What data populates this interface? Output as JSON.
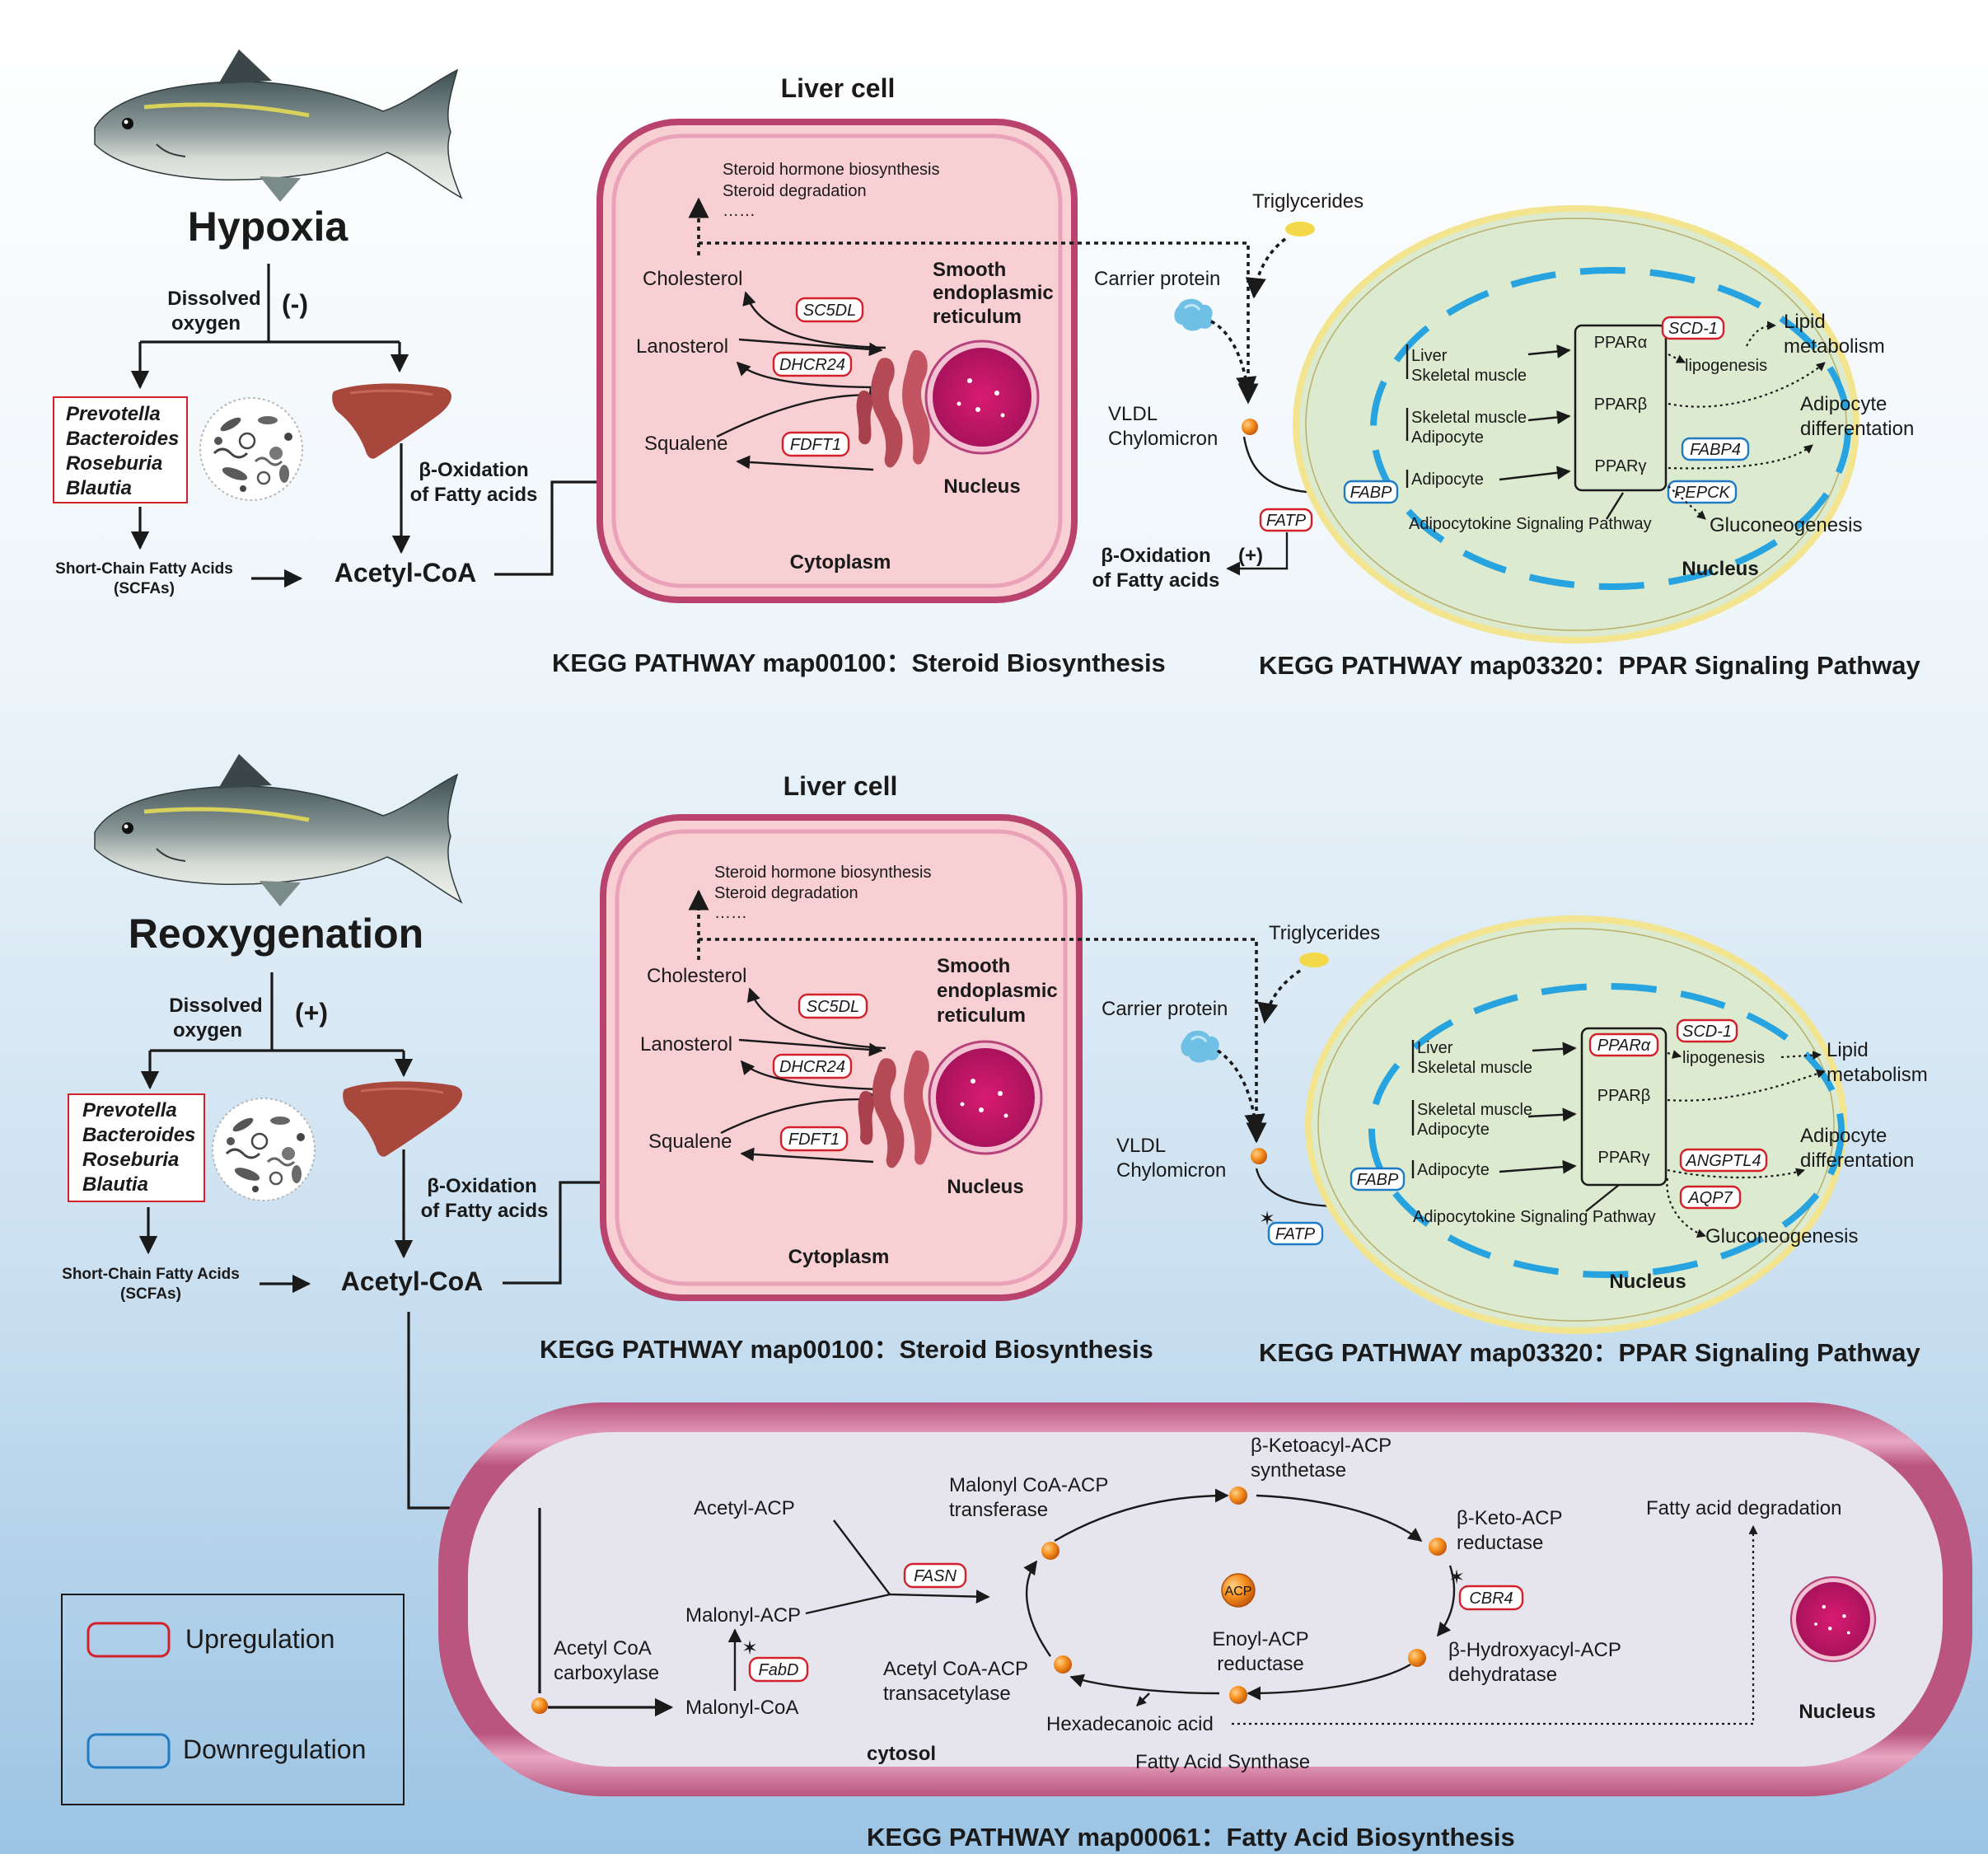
{
  "colors": {
    "upregulation": "#d4202a",
    "downregulation": "#1f7bc4",
    "liver_cell_fill": "#f8cfd3",
    "liver_cell_border": "#b9436c",
    "ppar_cell_fill": "#dcead0",
    "ppar_cell_border": "#f3e48f",
    "nucleus_dash": "#27a3e0",
    "nucleus_fill": "#c41a6e",
    "liver_organ": "#a8473c",
    "droplet": "#f0821c"
  },
  "icons": [
    "fish-icon",
    "liver-organ-icon",
    "bacteria-cluster-icon",
    "nucleus-icon",
    "endoplasmic-reticulum-icon",
    "carrier-protein-icon",
    "triglyceride-droplet-icon",
    "acp-icon"
  ],
  "hypoxia": {
    "title": "Hypoxia",
    "dissolved_oxygen": [
      "Dissolved",
      "oxygen"
    ],
    "sign": "(-)",
    "bacteria": [
      "Prevotella",
      "Bacteroides",
      "Roseburia",
      "Blautia"
    ],
    "scfa": [
      "Short-Chain Fatty Acids",
      "(SCFAs)"
    ],
    "beta_ox": [
      "β-Oxidation",
      "of Fatty acids"
    ],
    "acetyl_coa": "Acetyl-CoA",
    "liver_cell": {
      "title": "Liver cell",
      "steroid_outputs": [
        "Steroid hormone biosynthesis",
        "Steroid degradation",
        "……"
      ],
      "cholesterol": "Cholesterol",
      "lanosterol": "Lanosterol",
      "squalene": "Squalene",
      "genes": [
        "SC5DL",
        "DHCR24",
        "FDFT1"
      ],
      "ser": [
        "Smooth",
        "endoplasmic",
        "reticulum"
      ],
      "nucleus": "Nucleus",
      "cytoplasm": "Cytoplasm"
    },
    "transport": {
      "triglycerides": "Triglycerides",
      "carrier_protein": "Carrier protein",
      "vldl": [
        "VLDL",
        "Chylomicron"
      ],
      "fatp": "FATP",
      "sign": "(+)",
      "beta_ox": [
        "β-Oxidation",
        "of Fatty acids"
      ]
    },
    "ppar": {
      "tissues_a": [
        "Liver",
        "Skeletal muscle"
      ],
      "tissues_b": [
        "Skeletal muscle",
        "Adipocyte"
      ],
      "tissues_c": [
        "Adipocyte"
      ],
      "receptors": [
        "PPARα",
        "PPARβ",
        "PPARγ"
      ],
      "fabp": "FABP",
      "scd1": "SCD-1",
      "fabp4": "FABP4",
      "pepck": "PEPCK",
      "lipogenesis": "lipogenesis",
      "lipid_metabolism": [
        "Lipid",
        "metabolism"
      ],
      "adipocyte_diff": [
        "Adipocyte",
        "differentation"
      ],
      "gluconeogenesis": "Gluconeogenesis",
      "adipocytokine": "Adipocytokine Signaling Pathway",
      "nucleus": "Nucleus"
    },
    "kegg_steroid": "KEGG PATHWAY map00100：Steroid Biosynthesis",
    "kegg_ppar": "KEGG PATHWAY map03320：PPAR Signaling Pathway"
  },
  "reoxygenation": {
    "title": "Reoxygenation",
    "dissolved_oxygen": [
      "Dissolved",
      "oxygen"
    ],
    "sign": "(+)",
    "bacteria": [
      "Prevotella",
      "Bacteroides",
      "Roseburia",
      "Blautia"
    ],
    "scfa": [
      "Short-Chain Fatty Acids",
      "(SCFAs)"
    ],
    "beta_ox": [
      "β-Oxidation",
      "of Fatty acids"
    ],
    "acetyl_coa": "Acetyl-CoA",
    "liver_cell": {
      "title": "Liver cell",
      "steroid_outputs": [
        "Steroid hormone biosynthesis",
        "Steroid degradation",
        "……"
      ],
      "cholesterol": "Cholesterol",
      "lanosterol": "Lanosterol",
      "squalene": "Squalene",
      "genes": [
        "SC5DL",
        "DHCR24",
        "FDFT1"
      ],
      "ser": [
        "Smooth",
        "endoplasmic",
        "reticulum"
      ],
      "nucleus": "Nucleus",
      "cytoplasm": "Cytoplasm"
    },
    "transport": {
      "triglycerides": "Triglycerides",
      "carrier_protein": "Carrier protein",
      "vldl": [
        "VLDL",
        "Chylomicron"
      ],
      "fatp": "FATP"
    },
    "ppar": {
      "tissues_a": [
        "Liver",
        "Skeletal muscle"
      ],
      "tissues_b": [
        "Skeletal muscle",
        "Adipocyte"
      ],
      "tissues_c": [
        "Adipocyte"
      ],
      "receptors": [
        "PPARα",
        "PPARβ",
        "PPARγ"
      ],
      "fabp": "FABP",
      "scd1": "SCD-1",
      "angptl4": "ANGPTL4",
      "aqp7": "AQP7",
      "lipogenesis": "lipogenesis",
      "lipid_metabolism": [
        "Lipid",
        "metabolism"
      ],
      "adipocyte_diff": [
        "Adipocyte",
        "differentation"
      ],
      "gluconeogenesis": "Gluconeogenesis",
      "adipocytokine": "Adipocytokine Signaling Pathway",
      "nucleus": "Nucleus"
    },
    "kegg_steroid": "KEGG PATHWAY map00100：Steroid Biosynthesis",
    "kegg_ppar": "KEGG PATHWAY map03320：PPAR Signaling Pathway"
  },
  "fatty_acid": {
    "acetyl_acp": "Acetyl-ACP",
    "malonyl_acp": "Malonyl-ACP",
    "malonyl_coa": "Malonyl-CoA",
    "acetyl_coa_carboxylase": [
      "Acetyl CoA",
      "carboxylase"
    ],
    "fasn": "FASN",
    "fabd": "FabD",
    "malonyl_transferase": [
      "Malonyl CoA-ACP",
      "transferase"
    ],
    "ketoacyl_synthetase": [
      "β-Ketoacyl-ACP",
      "synthetase"
    ],
    "keto_reductase": [
      "β-Keto-ACP",
      "reductase"
    ],
    "cbr4": "CBR4",
    "hydroxyacyl_dehydratase": [
      "β-Hydroxyacyl-ACP",
      "dehydratase"
    ],
    "enoyl_reductase": [
      "Enoyl-ACP",
      "reductase"
    ],
    "acp": "ACP",
    "transacetylase": [
      "Acetyl CoA-ACP",
      "transacetylase"
    ],
    "hexadecanoic": "Hexadecanoic acid",
    "fatty_acid_synthase": "Fatty Acid Synthase",
    "cytosol": "cytosol",
    "degradation": "Fatty acid degradation",
    "nucleus": "Nucleus",
    "kegg": "KEGG PATHWAY map00061：Fatty Acid Biosynthesis"
  },
  "legend": {
    "up": "Upregulation",
    "down": "Downregulation"
  }
}
